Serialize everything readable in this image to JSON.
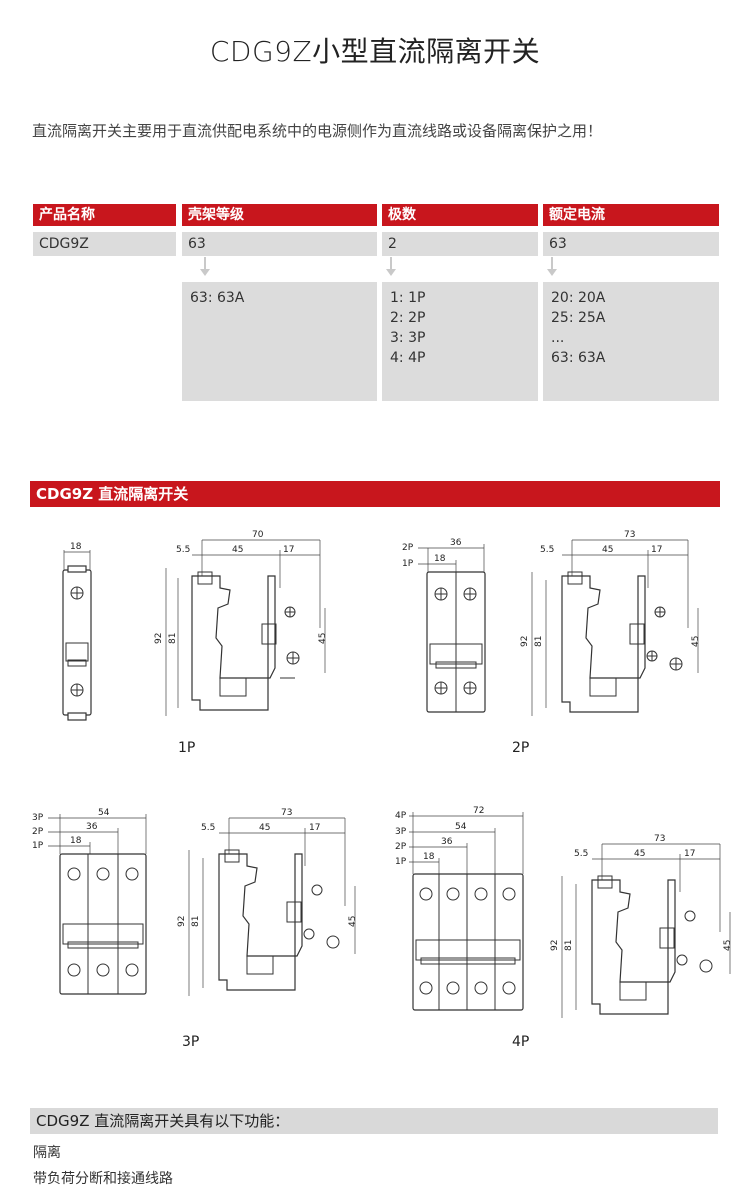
{
  "title": "CDG9Z小型直流隔离开关",
  "intro": "直流隔离开关主要用于直流供配电系统中的电源侧作为直流线路或设备隔离保护之用！",
  "spec_table": {
    "columns": [
      {
        "header": "产品名称",
        "value": "CDG9Z",
        "options": []
      },
      {
        "header": "壳架等级",
        "value": "63",
        "options": [
          "63: 63A"
        ]
      },
      {
        "header": "极数",
        "value": "2",
        "options": [
          "1: 1P",
          "2: 2P",
          "3: 3P",
          "4: 4P"
        ]
      },
      {
        "header": "额定电流",
        "value": "63",
        "options": [
          "20: 20A",
          "25: 25A",
          "...",
          "63: 63A"
        ]
      }
    ]
  },
  "section_title": "CDG9Z 直流隔离开关",
  "diagrams": {
    "1p": {
      "label": "1P",
      "front_width": "18",
      "side": {
        "total": "70",
        "a": "5.5",
        "b": "45",
        "c": "17",
        "h1": "92",
        "h2": "81",
        "h3": "45"
      }
    },
    "2p": {
      "label": "2P",
      "front_rows": [
        "2P",
        "1P"
      ],
      "front_widths": [
        "36",
        "18"
      ],
      "side": {
        "total": "73",
        "a": "5.5",
        "b": "45",
        "c": "17",
        "h1": "92",
        "h2": "81",
        "h3": "45"
      }
    },
    "3p": {
      "label": "3P",
      "front_rows": [
        "3P",
        "2P",
        "1P"
      ],
      "front_widths": [
        "54",
        "36",
        "18"
      ],
      "side": {
        "total": "73",
        "a": "5.5",
        "b": "45",
        "c": "17",
        "h1": "92",
        "h2": "81",
        "h3": "45"
      }
    },
    "4p": {
      "label": "4P",
      "front_rows": [
        "4P",
        "3P",
        "2P",
        "1P"
      ],
      "front_widths": [
        "72",
        "54",
        "36",
        "18"
      ],
      "side": {
        "total": "73",
        "a": "5.5",
        "b": "45",
        "c": "17",
        "h1": "92",
        "h2": "81",
        "h3": "45"
      }
    }
  },
  "functions": {
    "title": "CDG9Z 直流隔离开关具有以下功能：",
    "items": [
      "隔离",
      "带负荷分断和接通线路"
    ]
  },
  "colors": {
    "accent": "#c8161d",
    "panel": "#dcdcdc"
  }
}
